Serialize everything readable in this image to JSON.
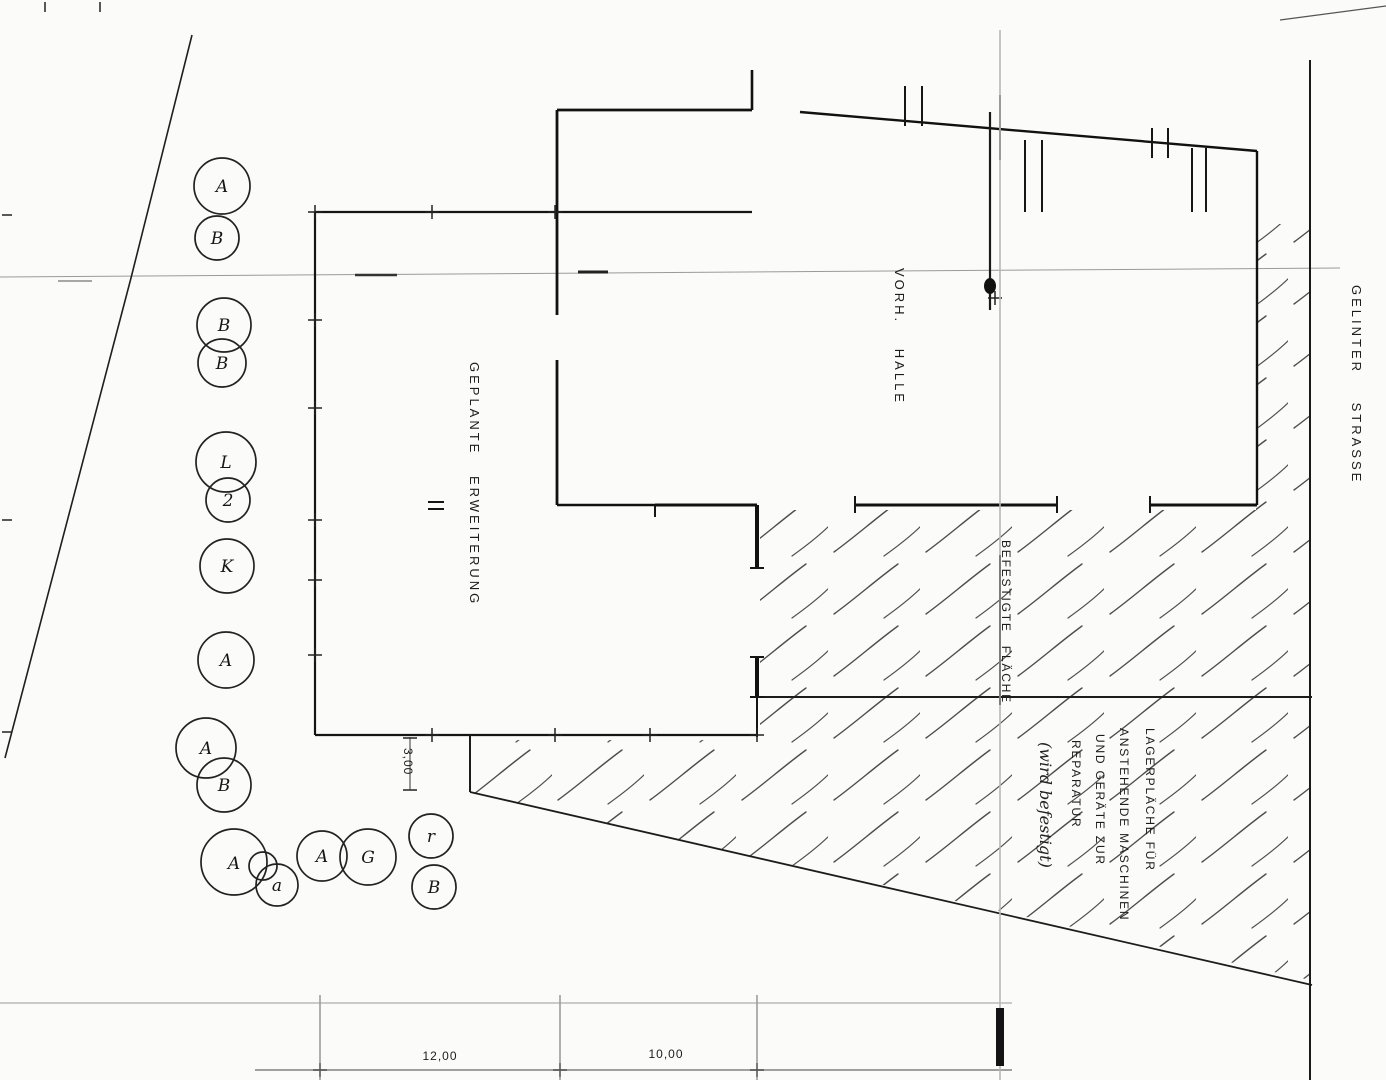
{
  "labels": {
    "planned_extension": "GEPLANTE ERWEITERUNG",
    "existing_hall": "VORH. HALLE",
    "paved_area": "BEFESTIGTE FLÄCHE",
    "storage_lines": [
      "LAGERPLÄCHE FÜR",
      "ANSTEHENDE MASCHINEN",
      "UND GERÄTE ZUR",
      "REPARATUR"
    ],
    "handwritten_note": "(wird befestigt)",
    "street_name": "GELINTER STRASSE"
  },
  "dimensions": {
    "setback": "3,00",
    "span_left": "12,00",
    "span_right": "10,00"
  },
  "tree_labels": [
    "A",
    "B",
    "B",
    "B",
    "L",
    "2",
    "K",
    "A",
    "A",
    "B",
    "A",
    "a",
    "A",
    "G",
    "r",
    "B"
  ]
}
